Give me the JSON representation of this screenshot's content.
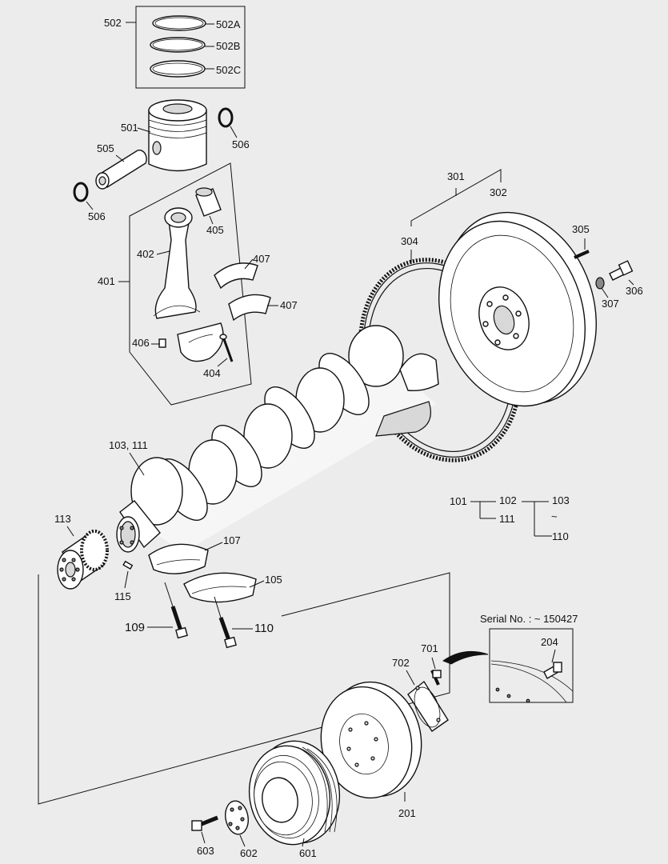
{
  "diagram": {
    "labels": {
      "p502": "502",
      "p502A": "502A",
      "p502B": "502B",
      "p502C": "502C",
      "p501": "501",
      "p506a": "506",
      "p505": "505",
      "p506b": "506",
      "p405": "405",
      "p402": "402",
      "p407a": "407",
      "p401": "401",
      "p407b": "407",
      "p406": "406",
      "p404": "404",
      "p301": "301",
      "p302": "302",
      "p304": "304",
      "p305": "305",
      "p306": "306",
      "p307": "307",
      "p103_111": "103, 111",
      "t101": "101",
      "t102": "102",
      "t103": "103",
      "t111": "111",
      "t110": "110",
      "tilde": "~",
      "p113": "113",
      "p107": "107",
      "p115": "115",
      "p105": "105",
      "p109": "109",
      "p110": "110",
      "serial": "Serial No. : ~ 150427",
      "p204": "204",
      "p701": "701",
      "p702": "702",
      "p201": "201",
      "p603": "603",
      "p602": "602",
      "p601": "601"
    }
  }
}
